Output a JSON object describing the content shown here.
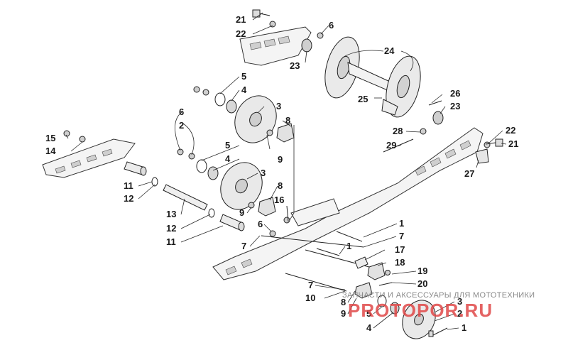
{
  "callouts": [
    {
      "id": "c21a",
      "text": "21"
    },
    {
      "id": "c22a",
      "text": "22"
    },
    {
      "id": "c6a",
      "text": "6"
    },
    {
      "id": "c24",
      "text": "24"
    },
    {
      "id": "c23a",
      "text": "23"
    },
    {
      "id": "c5a",
      "text": "5"
    },
    {
      "id": "c4a",
      "text": "4"
    },
    {
      "id": "c6b",
      "text": "6"
    },
    {
      "id": "c2a",
      "text": "2"
    },
    {
      "id": "c3a",
      "text": "3"
    },
    {
      "id": "c8a",
      "text": "8"
    },
    {
      "id": "c26",
      "text": "26"
    },
    {
      "id": "c25",
      "text": "25"
    },
    {
      "id": "c23b",
      "text": "23"
    },
    {
      "id": "c15",
      "text": "15"
    },
    {
      "id": "c14",
      "text": "14"
    },
    {
      "id": "c28",
      "text": "28"
    },
    {
      "id": "c22b",
      "text": "22"
    },
    {
      "id": "c29",
      "text": "29"
    },
    {
      "id": "c21b",
      "text": "21"
    },
    {
      "id": "c5b",
      "text": "5"
    },
    {
      "id": "c9a",
      "text": "9"
    },
    {
      "id": "c27",
      "text": "27"
    },
    {
      "id": "c4b",
      "text": "4"
    },
    {
      "id": "c3b",
      "text": "3"
    },
    {
      "id": "c11a",
      "text": "11"
    },
    {
      "id": "c8b",
      "text": "8"
    },
    {
      "id": "c12a",
      "text": "12"
    },
    {
      "id": "c16",
      "text": "16"
    },
    {
      "id": "c13",
      "text": "13"
    },
    {
      "id": "c9b",
      "text": "9"
    },
    {
      "id": "c1a",
      "text": "1"
    },
    {
      "id": "c12b",
      "text": "12"
    },
    {
      "id": "c6c",
      "text": "6"
    },
    {
      "id": "c7a",
      "text": "7"
    },
    {
      "id": "c11b",
      "text": "11"
    },
    {
      "id": "c7b",
      "text": "7"
    },
    {
      "id": "c1b",
      "text": "1"
    },
    {
      "id": "c17",
      "text": "17"
    },
    {
      "id": "c18",
      "text": "18"
    },
    {
      "id": "c19",
      "text": "19"
    },
    {
      "id": "c7c",
      "text": "7"
    },
    {
      "id": "c20",
      "text": "20"
    },
    {
      "id": "c8c",
      "text": "8"
    },
    {
      "id": "c10",
      "text": "10"
    },
    {
      "id": "c3c",
      "text": "3"
    },
    {
      "id": "c9c",
      "text": "9"
    },
    {
      "id": "c5c",
      "text": "5"
    },
    {
      "id": "c2b",
      "text": "2"
    },
    {
      "id": "c4c",
      "text": "4"
    },
    {
      "id": "c1c",
      "text": "1"
    }
  ],
  "watermark": {
    "tagline": "ЗАПЧАСТИ И АКСЕССУАРЫ ДЛЯ МОТОТЕХНИКИ",
    "brand": "PROTOPOR.RU",
    "brand_color": "#e04848"
  },
  "colors": {
    "line": "#222222",
    "rail_fill": "#f4f4f4",
    "wheel_fill": "#e9e9e9"
  }
}
